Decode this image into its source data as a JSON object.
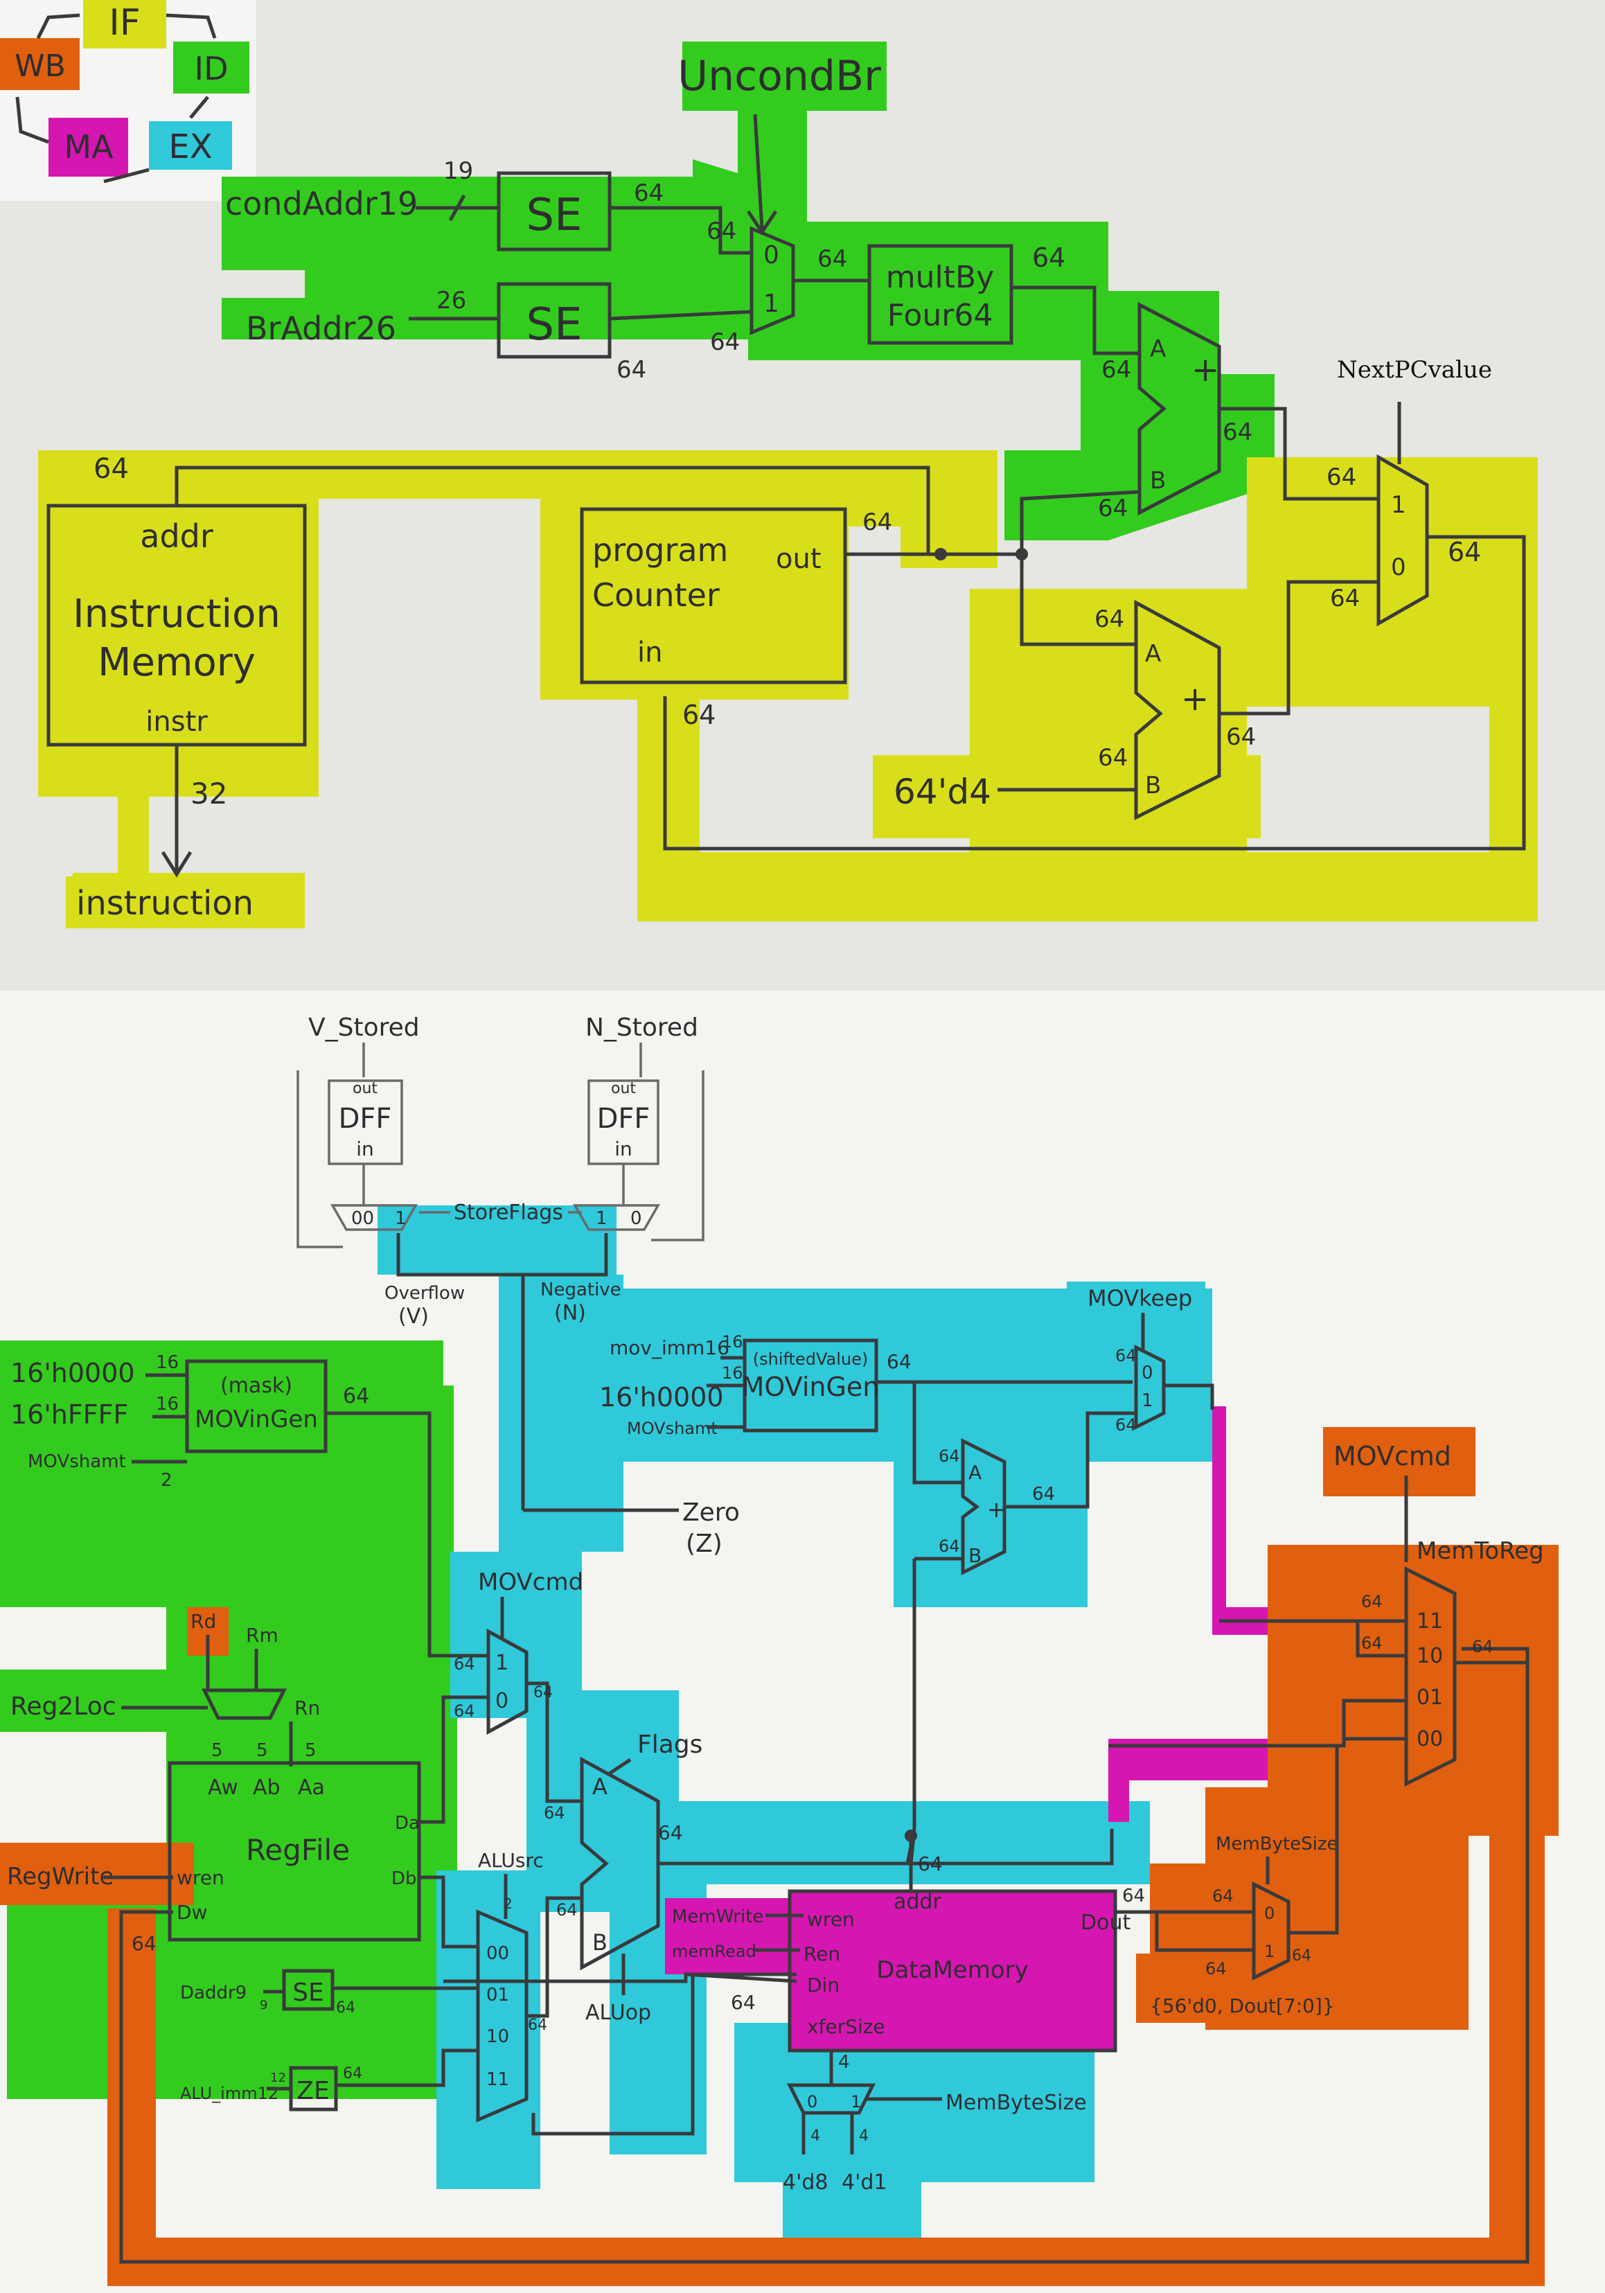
{
  "stages": {
    "if": "IF",
    "id": "ID",
    "ex": "EX",
    "ma": "MA",
    "wb": "WB",
    "colors": {
      "if": "#e3e61c",
      "id": "#33cc1e",
      "ex": "#2fc9da",
      "ma": "#d616b0",
      "wb": "#e0600f"
    }
  },
  "fetch": {
    "uncond_br": "UncondBr",
    "cond_addr19": "condAddr19",
    "br_addr26": "BrAddr26",
    "width_19": "19",
    "width_26": "26",
    "width_64": "64",
    "width_32": "32",
    "se_label": "SE",
    "mult_by_four_line1": "multBy",
    "mult_by_four_line2": "Four64",
    "next_pc_value": "NextPCvalue",
    "imem_addr": "addr",
    "imem_line1": "Instruction",
    "imem_line2": "Memory",
    "imem_instr": "instr",
    "instruction": "instruction",
    "pc_line1": "program",
    "pc_line2": "Counter",
    "pc_out": "out",
    "pc_in": "in",
    "const_four": "64'd4",
    "adder_a": "A",
    "adder_b": "B",
    "adder_plus": "+",
    "mux_0": "0",
    "mux_1": "1"
  },
  "datapath": {
    "v_stored": "V_Stored",
    "n_stored": "N_Stored",
    "dff": "DFF",
    "dff_out": "out",
    "dff_in": "in",
    "store_flags": "StoreFlags",
    "overflow": "Overflow",
    "overflow_v": "(V)",
    "negative": "Negative",
    "negative_n": "(N)",
    "zero": "Zero",
    "zero_z": "(Z)",
    "mov_keep": "MOVkeep",
    "mov_imm16": "mov_imm16",
    "const_h0000_a": "16'h0000",
    "const_h0000_b": "16'h0000",
    "const_hffff": "16'hFFFF",
    "mov_shamt": "MOVshamt",
    "mask_gen_line1": "(mask)",
    "mask_gen_line2": "MOVinGen",
    "shift_gen_line1": "(shiftedValue)",
    "shift_gen_line2": "MOVinGen",
    "mov_cmd": "MOVcmd",
    "mem_to_reg": "MemToReg",
    "rd": "Rd",
    "rm": "Rm",
    "rn": "Rn",
    "reg2loc": "Reg2Loc",
    "reg_write": "RegWrite",
    "regfile": "RegFile",
    "aw": "Aw",
    "ab": "Ab",
    "aa": "Aa",
    "da": "Da",
    "db": "Db",
    "wren": "wren",
    "dw": "Dw",
    "daddr9": "Daddr9",
    "alu_imm12": "ALU_imm12",
    "ze": "ZE",
    "alu_src": "ALUsrc",
    "alu_op": "ALUop",
    "flags": "Flags",
    "mem_write": "MemWrite",
    "mem_read": "memRead",
    "dmem_addr": "addr",
    "dmem_wren": "wren",
    "dmem_ren": "Ren",
    "dmem_din": "Din",
    "dmem_dout": "Dout",
    "dmem_name": "DataMemory",
    "xfer_size": "xferSize",
    "mem_byte_size_a": "MemByteSize",
    "mem_byte_size_b": "MemByteSize",
    "byte_pad": "{56'd0, Dout[7:0]}",
    "const_4d8": "4'd8",
    "const_4d1": "4'd1",
    "sel_00": "00",
    "sel_01": "01",
    "sel_10": "10",
    "sel_11": "11",
    "w5": "5",
    "w16": "16",
    "w2": "2",
    "w64": "64",
    "w4": "4",
    "w9": "9",
    "w12": "12"
  }
}
